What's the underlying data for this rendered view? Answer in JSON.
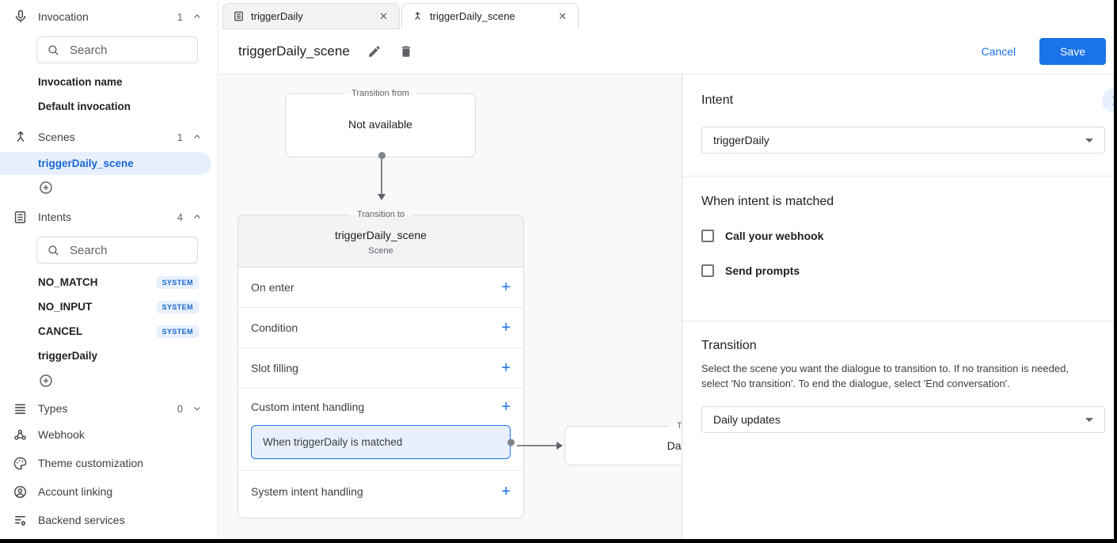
{
  "colors": {
    "accent": "#1a73e8",
    "selected_bg": "#e8f0fe",
    "badge_text": "#1967d2",
    "canvas_bg": "#f8f9fa"
  },
  "sidebar": {
    "search_placeholder": "Search",
    "sections": {
      "invocation": {
        "label": "Invocation",
        "count": "1"
      },
      "scenes": {
        "label": "Scenes",
        "count": "1"
      },
      "intents": {
        "label": "Intents",
        "count": "4"
      },
      "types": {
        "label": "Types",
        "count": "0"
      }
    },
    "invocation_items": [
      {
        "label": "Invocation name"
      },
      {
        "label": "Default invocation"
      }
    ],
    "scene_items": [
      {
        "label": "triggerDaily_scene"
      }
    ],
    "intent_items": [
      {
        "label": "NO_MATCH",
        "badge": "SYSTEM"
      },
      {
        "label": "NO_INPUT",
        "badge": "SYSTEM"
      },
      {
        "label": "CANCEL",
        "badge": "SYSTEM"
      },
      {
        "label": "triggerDaily"
      }
    ],
    "nav_items": [
      {
        "label": "Webhook"
      },
      {
        "label": "Theme customization"
      },
      {
        "label": "Account linking"
      },
      {
        "label": "Backend services"
      }
    ]
  },
  "tabs": [
    {
      "label": "triggerDaily"
    },
    {
      "label": "triggerDaily_scene"
    }
  ],
  "header": {
    "title": "triggerDaily_scene",
    "cancel_label": "Cancel",
    "save_label": "Save"
  },
  "canvas": {
    "from_box": {
      "legend": "Transition from",
      "content": "Not available"
    },
    "scene_box": {
      "legend": "Transition to",
      "title": "triggerDaily_scene",
      "subtitle": "Scene",
      "rows": [
        {
          "label": "On enter"
        },
        {
          "label": "Condition"
        },
        {
          "label": "Slot filling"
        },
        {
          "label": "Custom intent handling"
        },
        {
          "label": "System intent handling"
        }
      ],
      "matched_item": "When triggerDaily is matched"
    },
    "target_box": {
      "legend": "Transition to",
      "content": "Daily updates"
    }
  },
  "panel": {
    "intent_heading": "Intent",
    "intent_value": "triggerDaily",
    "matched_heading": "When intent is matched",
    "checkboxes": [
      {
        "label": "Call your webhook"
      },
      {
        "label": "Send prompts"
      }
    ],
    "transition_heading": "Transition",
    "transition_description": "Select the scene you want the dialogue to transition to. If no transition is needed, select 'No transition'. To end the dialogue, select 'End conversation'.",
    "transition_value": "Daily updates"
  }
}
